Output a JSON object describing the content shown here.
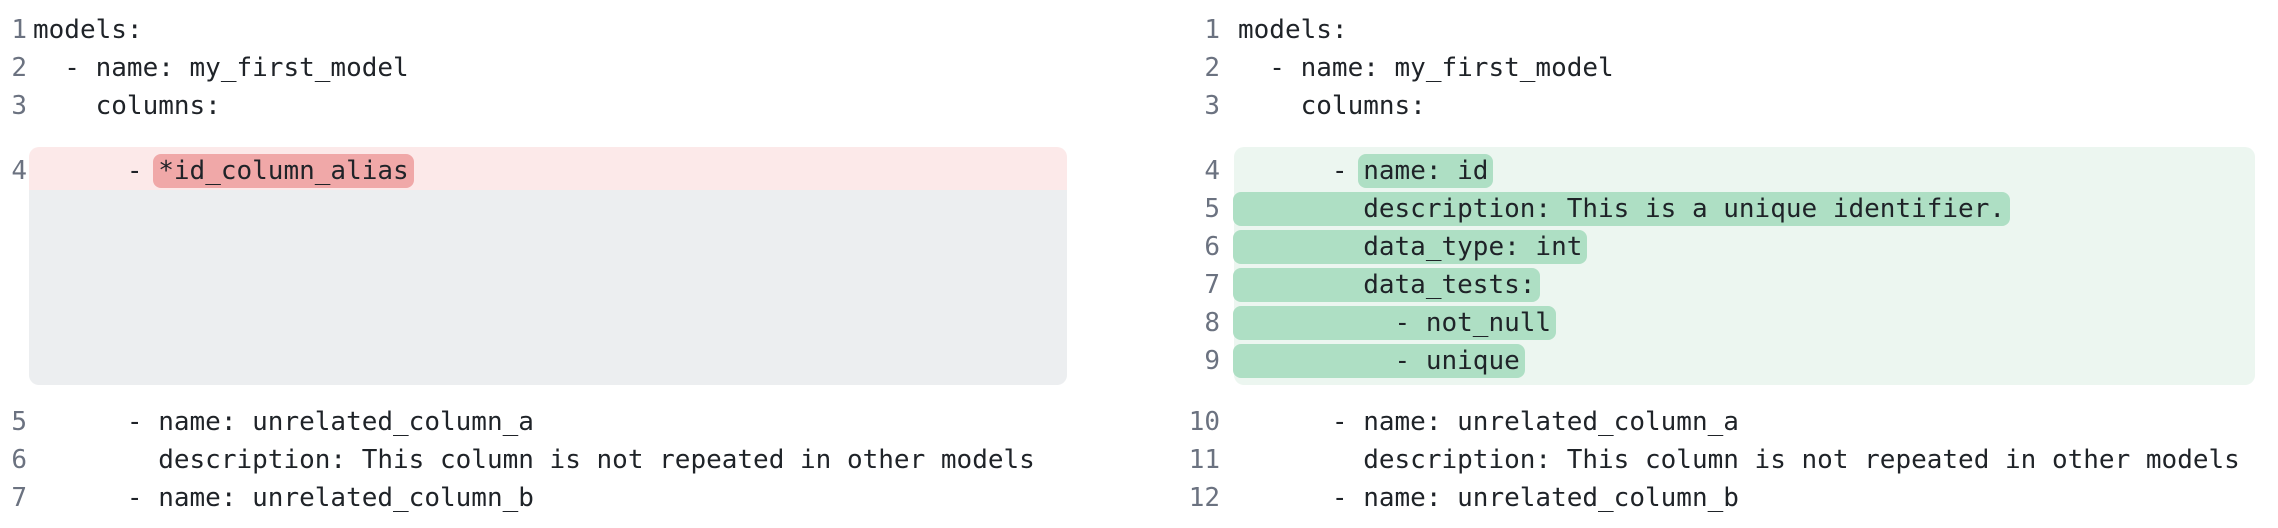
{
  "colors": {
    "removed_line_bg": "#fce9e9",
    "removed_word_bg": "#f0a8a8",
    "added_line_bg": "#ecf6f0",
    "added_word_bg": "#aedfc4",
    "filler_bg": "#eceef0",
    "line_number": "#6b7280",
    "code_text": "#1f2328"
  },
  "diff": {
    "before": {
      "lines": [
        {
          "num": 1,
          "kind": "context",
          "text": "models:"
        },
        {
          "num": 2,
          "kind": "context",
          "text": "  - name: my_first_model"
        },
        {
          "num": 3,
          "kind": "context",
          "text": "    columns:"
        },
        {
          "num": 4,
          "kind": "removed",
          "prefix": "      - ",
          "mark": "*id_column_alias",
          "suffix": ""
        },
        {
          "kind": "filler"
        },
        {
          "num": 5,
          "kind": "context",
          "text": "      - name: unrelated_column_a"
        },
        {
          "num": 6,
          "kind": "context",
          "text": "        description: This column is not repeated in other models"
        },
        {
          "num": 7,
          "kind": "context",
          "text": "      - name: unrelated_column_b"
        }
      ]
    },
    "after": {
      "lines": [
        {
          "num": 1,
          "kind": "context",
          "text": "models:"
        },
        {
          "num": 2,
          "kind": "context",
          "text": "  - name: my_first_model"
        },
        {
          "num": 3,
          "kind": "context",
          "text": "    columns:"
        },
        {
          "num": 4,
          "kind": "added",
          "prefix": "      - ",
          "mark": "name: id",
          "suffix": ""
        },
        {
          "num": 5,
          "kind": "added",
          "prefix": "",
          "mark": "        description: This is a unique identifier.",
          "suffix": ""
        },
        {
          "num": 6,
          "kind": "added",
          "prefix": "",
          "mark": "        data_type: int",
          "suffix": ""
        },
        {
          "num": 7,
          "kind": "added",
          "prefix": "",
          "mark": "        data_tests:",
          "suffix": ""
        },
        {
          "num": 8,
          "kind": "added",
          "prefix": "",
          "mark": "          - not_null",
          "suffix": ""
        },
        {
          "num": 9,
          "kind": "added",
          "prefix": "",
          "mark": "          - unique",
          "suffix": ""
        },
        {
          "num": 10,
          "kind": "context",
          "text": "      - name: unrelated_column_a"
        },
        {
          "num": 11,
          "kind": "context",
          "text": "        description: This column is not repeated in other models"
        },
        {
          "num": 12,
          "kind": "context",
          "text": "      - name: unrelated_column_b"
        }
      ]
    }
  }
}
